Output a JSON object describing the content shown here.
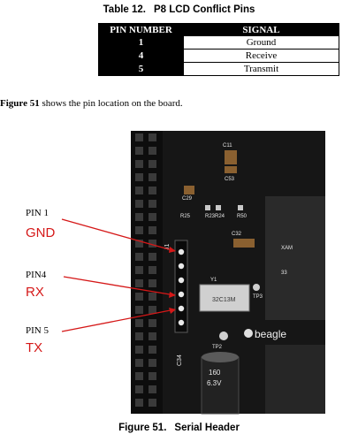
{
  "table": {
    "caption_number": "Table 12.",
    "caption_title": "P8 LCD Conflict Pins",
    "headers": [
      "PIN NUMBER",
      "SIGNAL"
    ],
    "rows": [
      {
        "pin": "1",
        "signal": "Ground"
      },
      {
        "pin": "4",
        "signal": "Receive"
      },
      {
        "pin": "5",
        "signal": "Transmit"
      }
    ]
  },
  "body": {
    "figure_ref": "Figure 51",
    "text": " shows the pin location on the board."
  },
  "figure": {
    "callouts": [
      {
        "pin": "PIN 1",
        "signal": "GND"
      },
      {
        "pin": "PIN4",
        "signal": "RX"
      },
      {
        "pin": "PIN 5",
        "signal": "TX"
      }
    ],
    "board_text": {
      "c11": "C11",
      "c53": "C53",
      "c29": "C29",
      "r25": "R25",
      "r_group": "R23R24",
      "r50": "R50",
      "j1": "J1",
      "c32": "C32",
      "y1": "Y1",
      "crystal": "32C13M",
      "tp3": "TP3",
      "tp2": "TP2",
      "c34": "C34",
      "logo": "beagle",
      "cap_top": "160",
      "cap_bottom": "6.3V",
      "xam": "XAM",
      "num33": "33"
    },
    "caption_number": "Figure 51.",
    "caption_title": "Serial Header"
  },
  "colors": {
    "callout_red": "#d51818",
    "board": "#161616",
    "header_black": "#000000"
  }
}
